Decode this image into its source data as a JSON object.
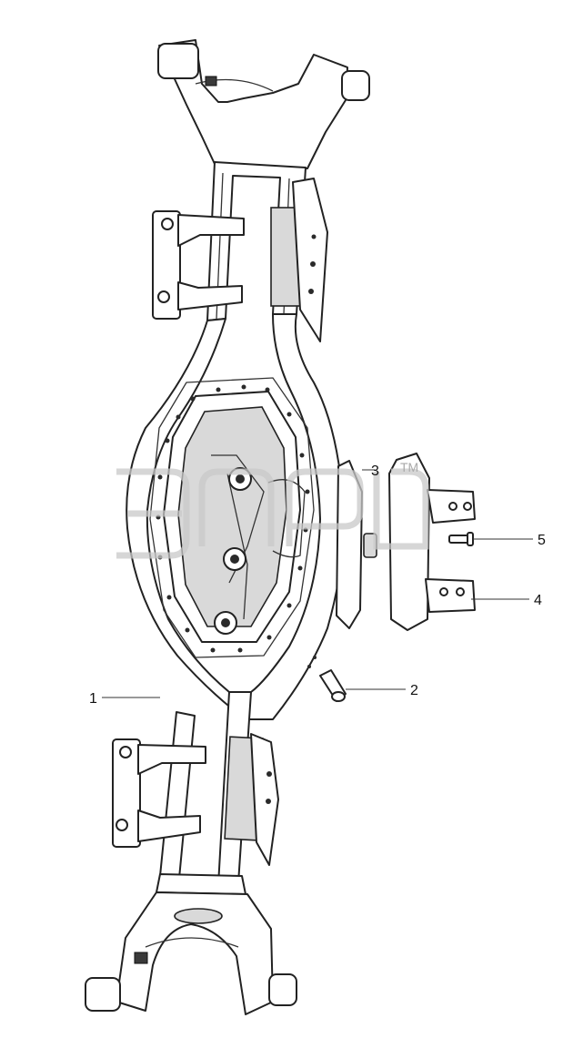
{
  "diagram": {
    "callouts": [
      {
        "id": "1",
        "label": "1"
      },
      {
        "id": "2",
        "label": "2"
      },
      {
        "id": "3",
        "label": "3"
      },
      {
        "id": "4",
        "label": "4"
      },
      {
        "id": "5",
        "label": "5"
      }
    ],
    "watermark": {
      "mark": "TM"
    }
  },
  "colors": {
    "line": "#222222",
    "background": "#ffffff",
    "watermark": "#c8c8c8"
  }
}
